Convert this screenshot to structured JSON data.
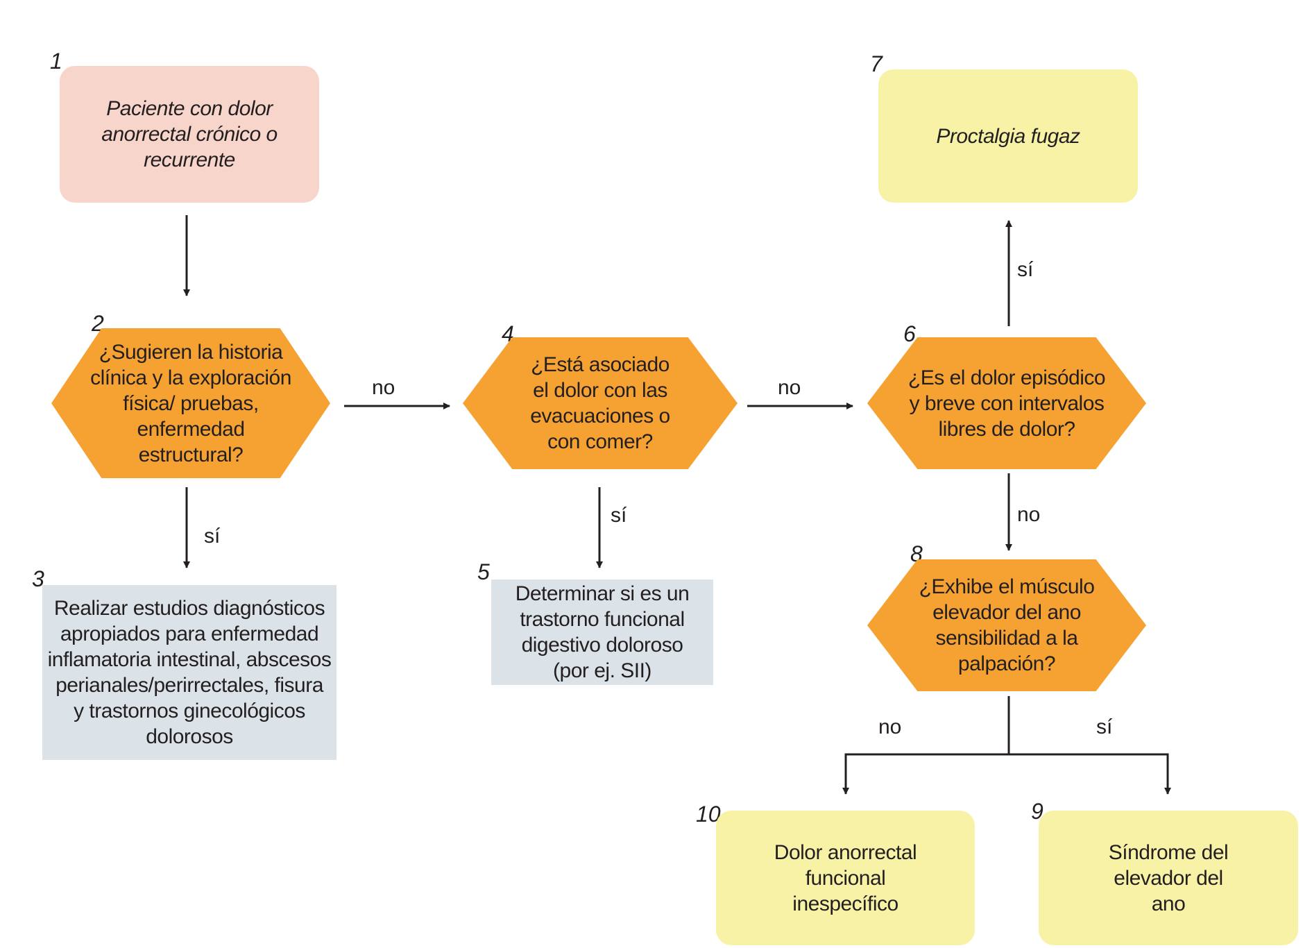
{
  "colors": {
    "start_fill": "#f8d5cb",
    "decision_fill": "#f6a233",
    "info_fill": "#dbe3e8",
    "result_fill": "#f7f2a6",
    "stroke": "#231f20"
  },
  "nodes": {
    "n1": {
      "num": "1",
      "text": "Paciente con dolor\nanorrectal crónico o\nrecurrente"
    },
    "n2": {
      "num": "2",
      "text": "¿Sugieren la historia\nclínica y la exploración\nfísica/ pruebas,\nenfermedad\nestructural?"
    },
    "n3": {
      "num": "3",
      "text": "Realizar estudios diagnósticos\napropiados para enfermedad\ninflamatoria intestinal, abscesos\nperianales/perirrectales, fisura\ny trastornos ginecológicos\ndolorosos"
    },
    "n4": {
      "num": "4",
      "text": "¿Está asociado\nel dolor con las\nevacuaciones o\ncon comer?"
    },
    "n5": {
      "num": "5",
      "text": "Determinar si es un\ntrastorno funcional\ndigestivo doloroso\n(por ej. SII)"
    },
    "n6": {
      "num": "6",
      "text": "¿Es el dolor episódico\ny breve con intervalos\nlibres de dolor?"
    },
    "n7": {
      "num": "7",
      "text": "Proctalgia fugaz"
    },
    "n8": {
      "num": "8",
      "text": "¿Exhibe el músculo\nelevador del ano\nsensibilidad a la\npalpación?"
    },
    "n9": {
      "num": "9",
      "text": "Síndrome del\nelevador del\nano"
    },
    "n10": {
      "num": "10",
      "text": "Dolor anorrectal\nfuncional\ninespecífico"
    }
  },
  "edges": {
    "e2_3": "sí",
    "e2_4": "no",
    "e4_5": "sí",
    "e4_6": "no",
    "e6_7": "sí",
    "e6_8": "no",
    "e8_10": "no",
    "e8_9": "sí"
  }
}
